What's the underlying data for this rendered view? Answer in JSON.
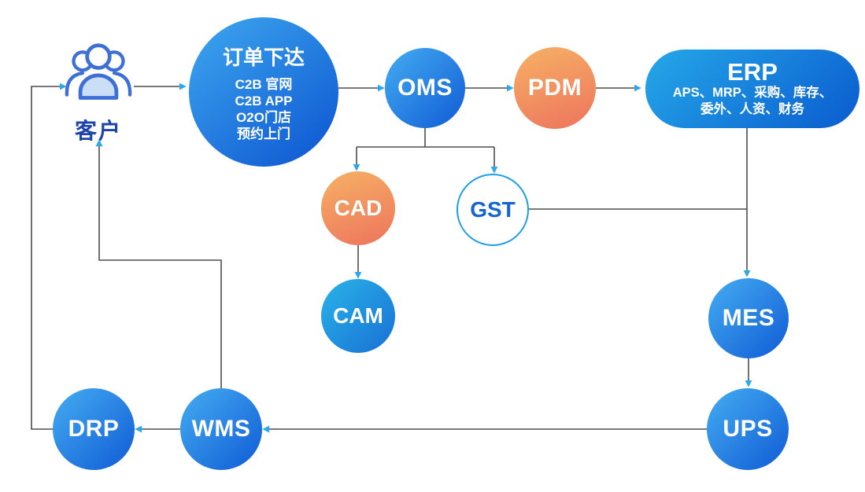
{
  "diagram": {
    "customer": {
      "label": "客户"
    },
    "order": {
      "title": "订单下达",
      "line1": "C2B 官网",
      "line2": "C2B APP",
      "line3": "O2O门店",
      "line4": "预约上门"
    },
    "oms": {
      "label": "OMS"
    },
    "pdm": {
      "label": "PDM"
    },
    "erp": {
      "title": "ERP",
      "subtitle_line1": "APS、MRP、采购、库存、",
      "subtitle_line2": "委外、人资、财务"
    },
    "cad": {
      "label": "CAD"
    },
    "gst": {
      "label": "GST"
    },
    "cam": {
      "label": "CAM"
    },
    "mes": {
      "label": "MES"
    },
    "ups": {
      "label": "UPS"
    },
    "wms": {
      "label": "WMS"
    },
    "drp": {
      "label": "DRP"
    }
  },
  "colors": {
    "blue_gradient_start": "#44adf1",
    "blue_gradient_end": "#1563d8",
    "cyan_gradient_start": "#29b4e9",
    "cyan_gradient_end": "#1a76d6",
    "orange_gradient_start": "#f6b165",
    "orange_gradient_end": "#ee7a5e",
    "erp_gradient_start": "#25a8e8",
    "erp_gradient_end": "#0b5fd0",
    "connector_line": "#4d4d4d",
    "arrowhead": "#2ea9e8",
    "customer_label": "#1c44aa",
    "gst_border": "#1e9de8",
    "gst_text": "#1565d0",
    "background": "#ffffff"
  }
}
